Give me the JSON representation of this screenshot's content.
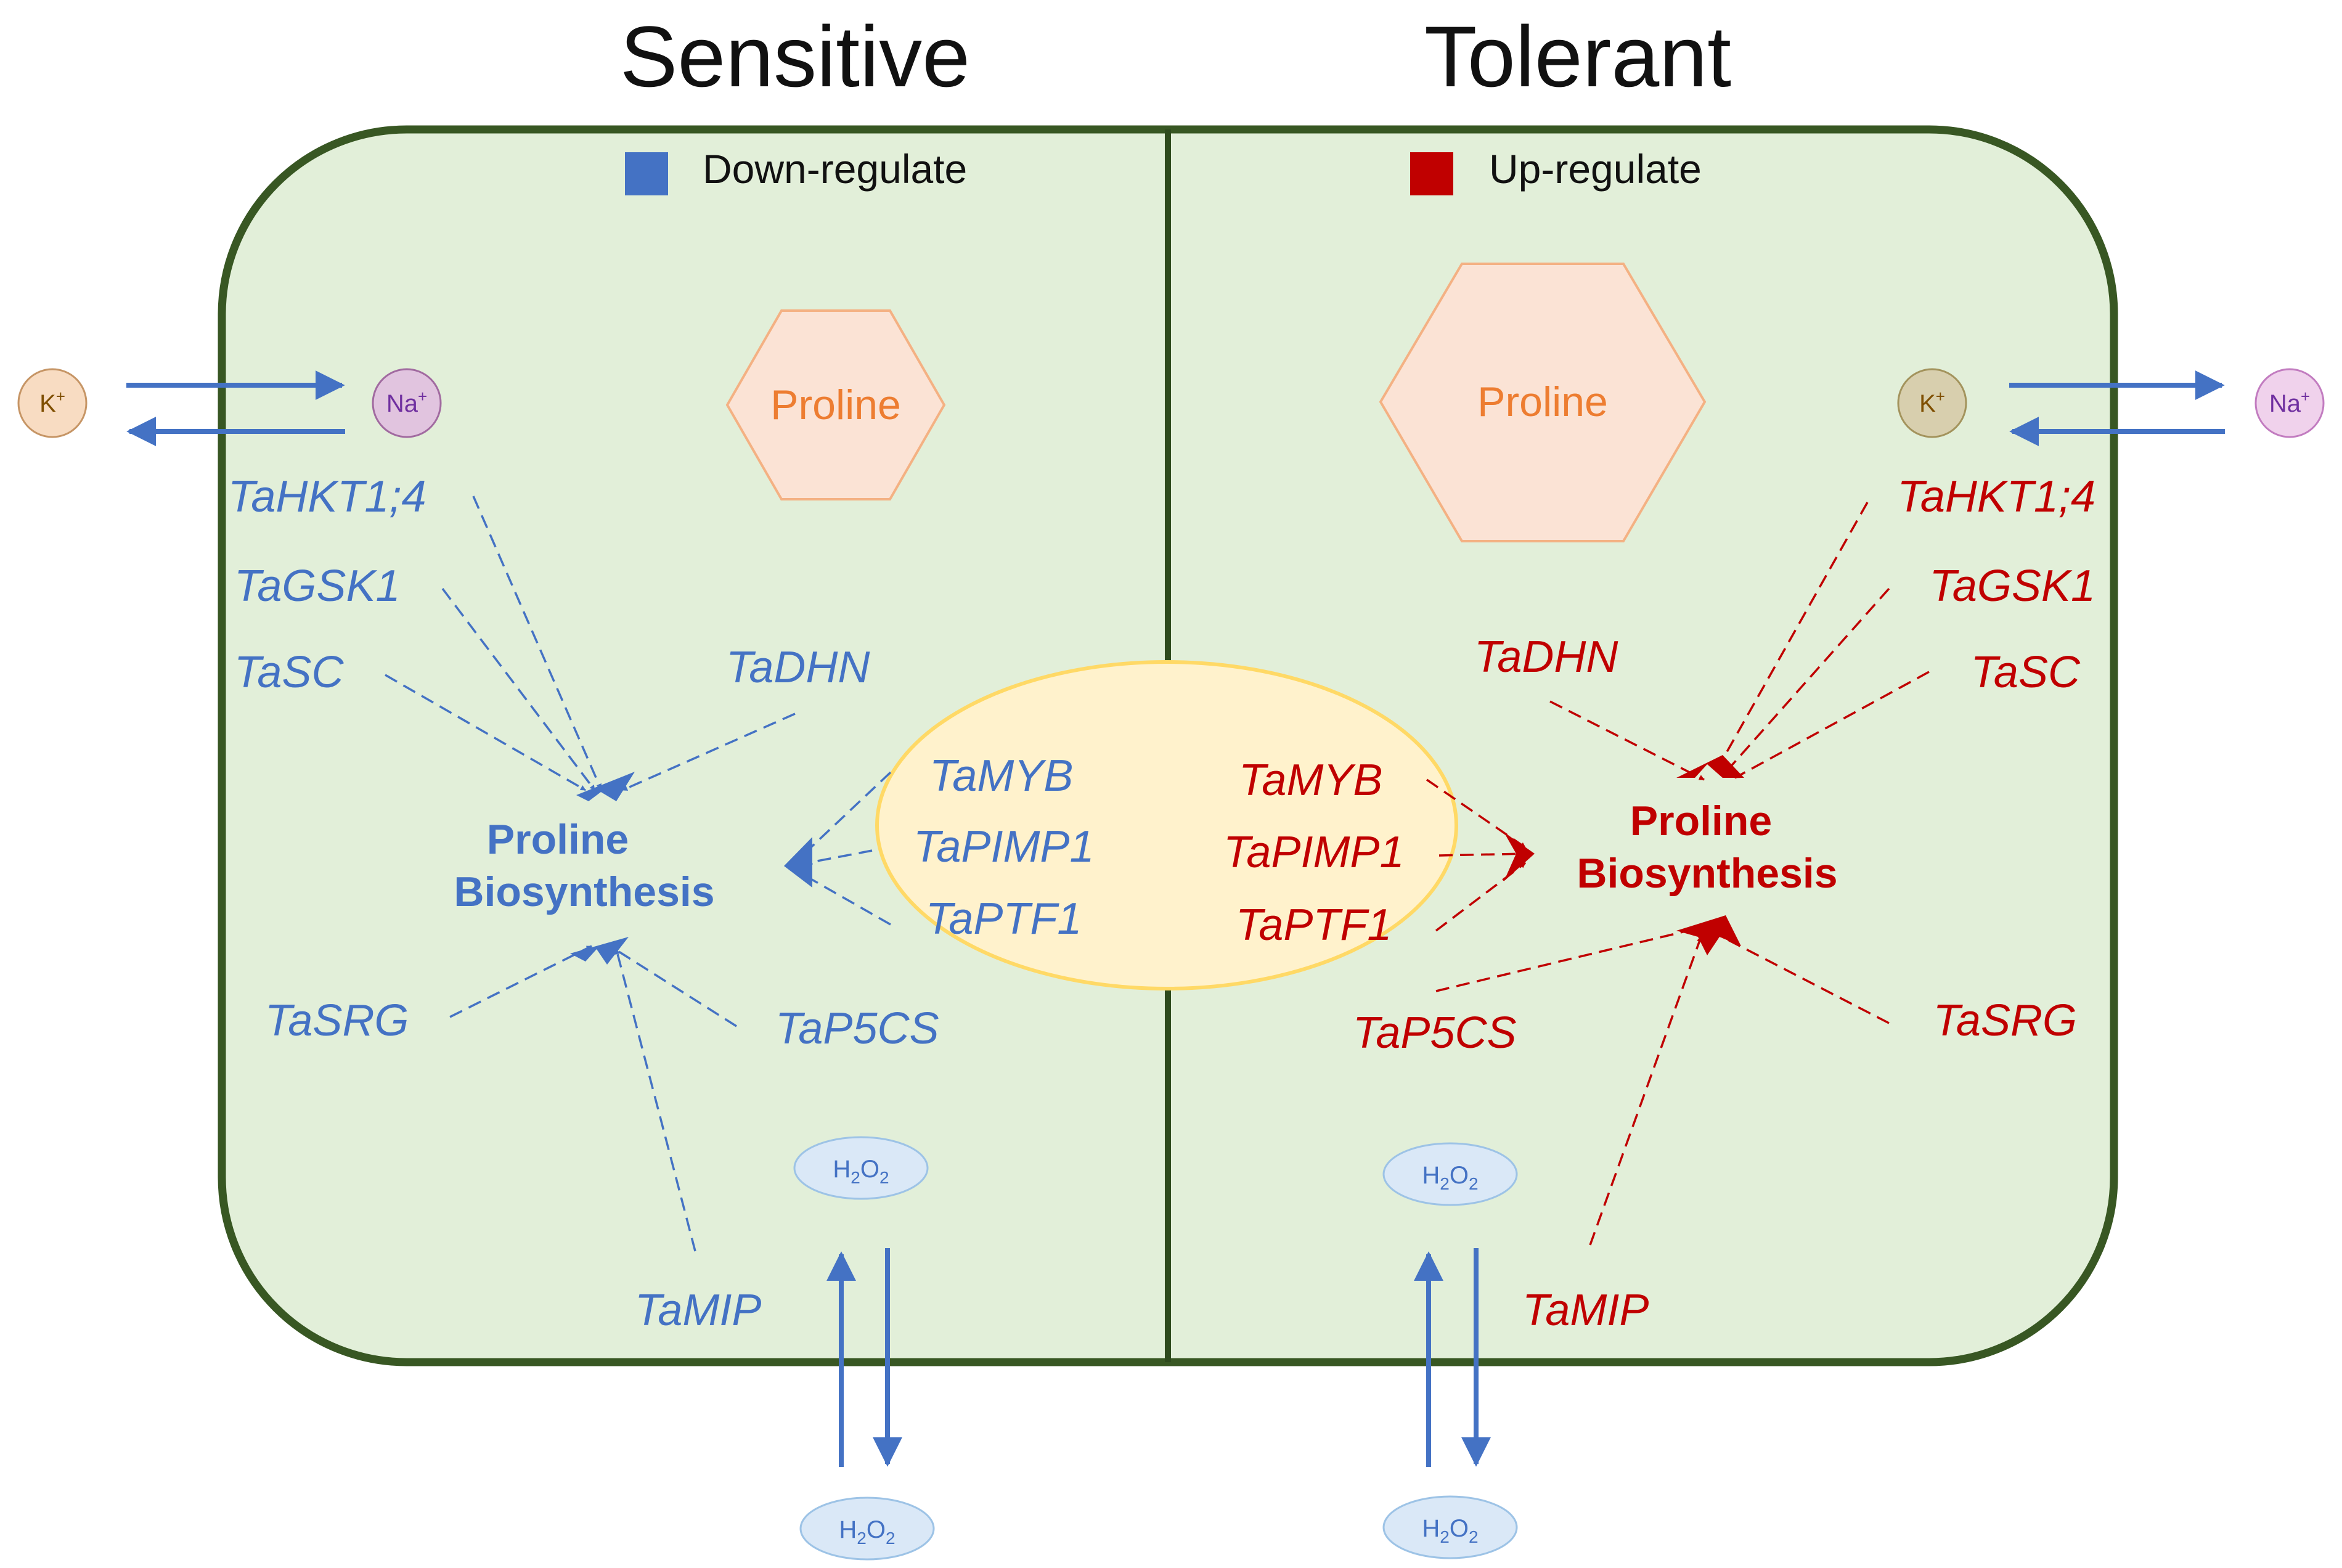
{
  "titles": {
    "left": "Sensitive",
    "right": "Tolerant"
  },
  "legend": {
    "down": "Down-regulate",
    "up": "Up-regulate"
  },
  "colors": {
    "down": "#4472C4",
    "up": "#C00000",
    "cell_fill": "#E2EFD9",
    "cell_border": "#385723",
    "proline": "#ED7D31",
    "nucleus": "#FFF2CC"
  },
  "proline_label": "Proline",
  "biosynthesis": {
    "line1": "Proline",
    "line2": "Biosynthesis"
  },
  "genes": {
    "hkt": "TaHKT1;4",
    "gsk": "TaGSK1",
    "sc": "TaSC",
    "dhn": "TaDHN",
    "myb": "TaMYB",
    "pimp": "TaPIMP1",
    "ptf": "TaPTF1",
    "srg": "TaSRG",
    "p5cs": "TaP5CS",
    "mip": "TaMIP"
  },
  "ions": {
    "k": "K",
    "na": "Na",
    "charge": "+"
  },
  "h2o2": {
    "h": "H",
    "o": "O",
    "sub": "2"
  }
}
